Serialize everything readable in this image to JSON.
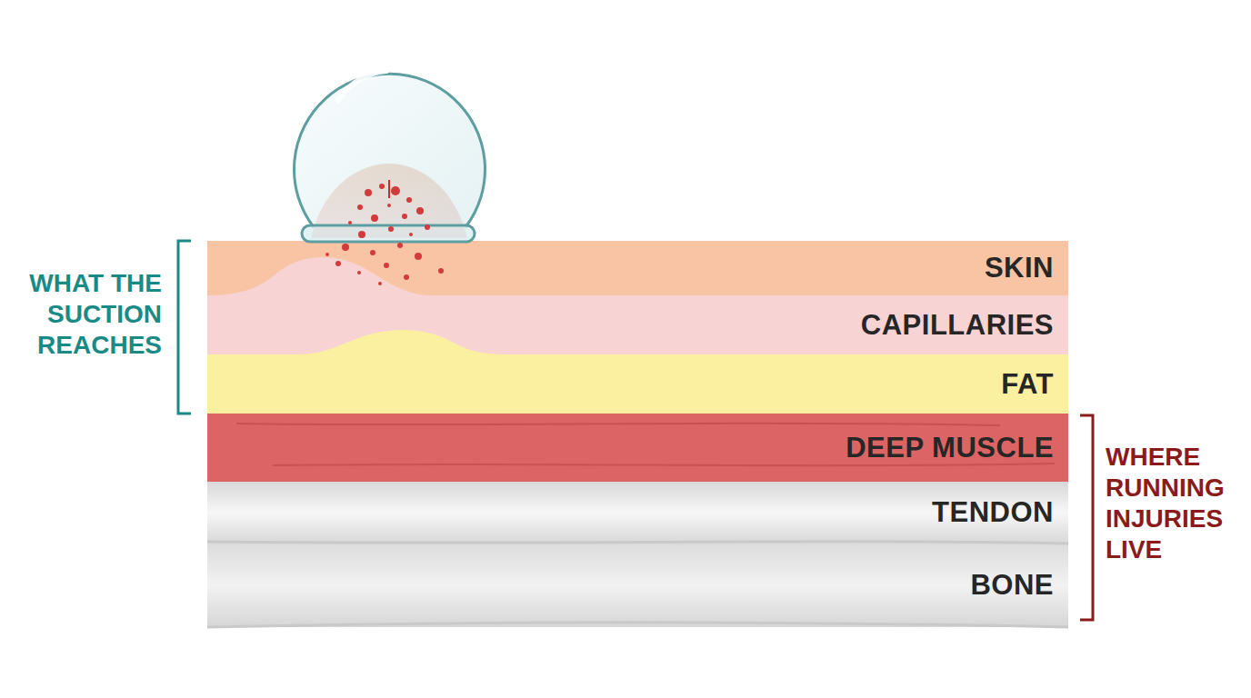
{
  "diagram": {
    "nodes": [
      {
        "text": [
          "SKIN"
        ]
      },
      {
        "text": [
          "CAPILLARIES"
        ]
      },
      {
        "text": [
          "FAT"
        ]
      },
      {
        "text": [
          "DEEP MUSCLE"
        ]
      },
      {
        "text": [
          "TENDON"
        ]
      },
      {
        "text": [
          "BONE"
        ]
      }
    ],
    "labels": [
      "WHAT THE SUCTION REACHES",
      "WHERE RUNNING INJURIES LIVE"
    ]
  }
}
